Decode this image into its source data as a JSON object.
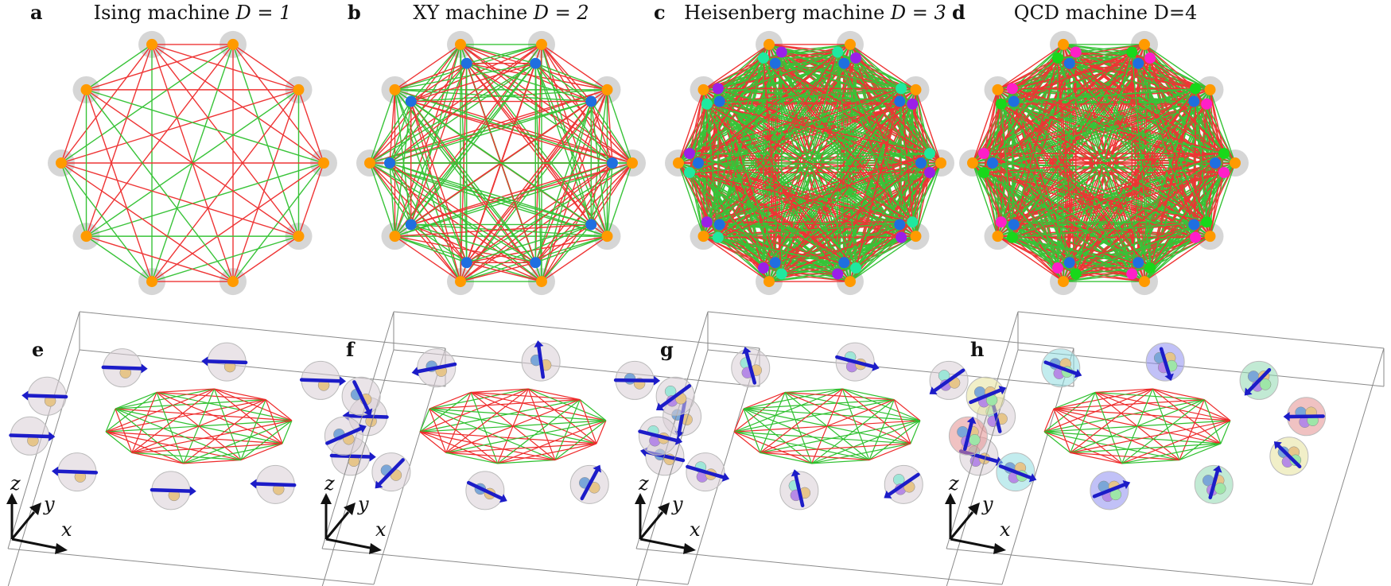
{
  "colors": {
    "ferro_edge": "#2ec02e",
    "anti_edge": "#ee2a2a",
    "halo": "#d6d6d6",
    "spin_orange": "#ff9a00",
    "spin_blue": "#1f6fe0",
    "spin_purple": "#9b1fe8",
    "spin_mint": "#1fe8a0",
    "spin_green": "#18d81a",
    "spin_magenta": "#ff1fc8",
    "arrow": "#1c1cc8",
    "box": "#8a8a8a",
    "axes": "#111111"
  },
  "panels": [
    {
      "letter": "a",
      "title": "Ising machine",
      "eq": "D = 1",
      "dim": 1
    },
    {
      "letter": "b",
      "title": "XY machine",
      "eq": "D = 2",
      "dim": 2
    },
    {
      "letter": "c",
      "title": "Heisenberg machine",
      "eq": "D = 3",
      "dim": 3
    },
    {
      "letter": "d",
      "title": "QCD machine D=4",
      "eq": "",
      "dim": 4
    }
  ],
  "bottom_panels": [
    {
      "letter": "e",
      "kind": "ising"
    },
    {
      "letter": "f",
      "kind": "xy"
    },
    {
      "letter": "g",
      "kind": "heisenberg"
    },
    {
      "letter": "h",
      "kind": "qcd"
    }
  ],
  "axis_labels": {
    "z": "z",
    "y": "y",
    "x": "x"
  },
  "graph": {
    "nodes": 10
  }
}
